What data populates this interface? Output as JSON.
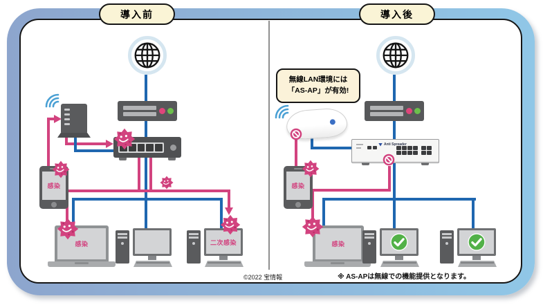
{
  "panels": {
    "before": {
      "tab": "導入前",
      "phone_label": "感染",
      "laptop_label": "感染",
      "secondary_label": "二次感染"
    },
    "after": {
      "tab": "導入後",
      "callout_line1": "無線LAN環境には",
      "callout_line2": "「AS-AP」が有効!",
      "phone_label": "感染",
      "laptop_label": "感染",
      "appliance_brand": "Anti Spreader"
    }
  },
  "footer": {
    "copyright": "©2022 宝情報",
    "note": "※ AS-APは無線での機能提供となります。"
  },
  "colors": {
    "frame_gradient_left": "#8da5cd",
    "frame_gradient_right": "#90c7e7",
    "line_blue": "#1f67b0",
    "line_pink": "#d2437f",
    "virus_pink": "#d2437f",
    "check_green": "#52b148",
    "pill_bg": "#faf4d6",
    "callout_bg": "#fbf2d9"
  },
  "icons": {
    "internet": "globe-icon",
    "wireless": "wifi-arcs-icon",
    "malware": "virus-icon",
    "blocked": "prohibited-icon",
    "protected": "check-circle-icon"
  }
}
